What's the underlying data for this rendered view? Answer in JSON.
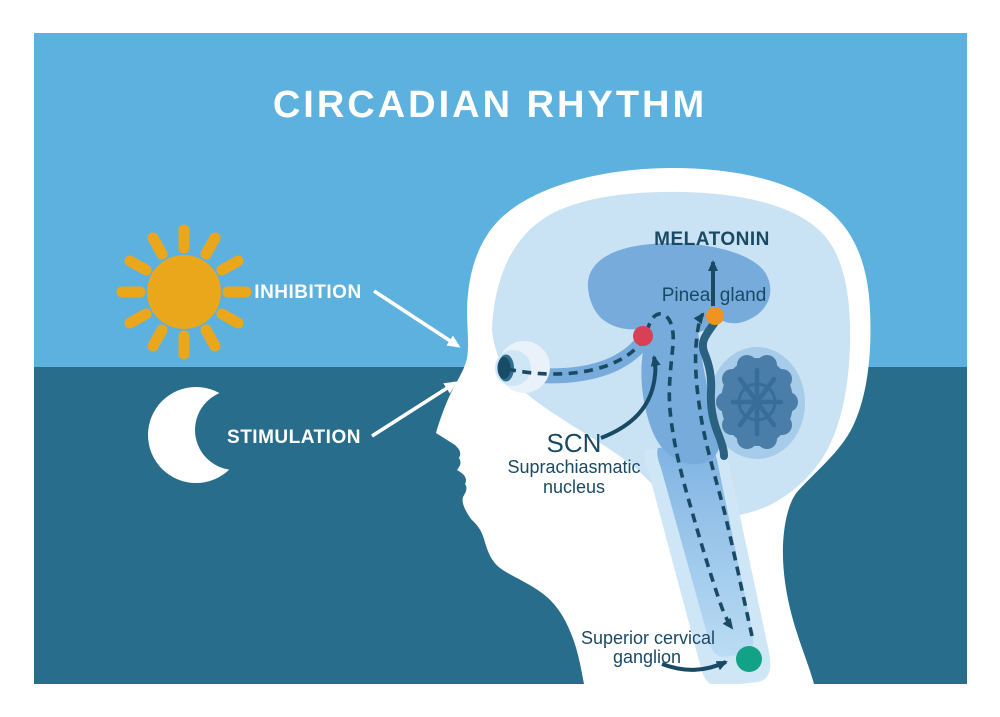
{
  "title": "CIRCADIAN RHYTHM",
  "legend": {
    "day_label": "INHIBITION",
    "night_label": "STIMULATION"
  },
  "anatomy": {
    "melatonin": "MELATONIN",
    "pineal": "Pineal gland",
    "scn_abbr": "SCN",
    "scn_line1": "Suprachiasmatic",
    "scn_line2": "nucleus",
    "ganglion_line1": "Superior cervical",
    "ganglion_line2": "ganglion"
  },
  "colors": {
    "sky": "#5CB1DE",
    "night": "#286D8C",
    "sun": "#EBA71B",
    "moon": "#FFFFFF",
    "head": "#FFFFFF",
    "brain_pale": "#C9E2F4",
    "brain_mid": "#76ABDB",
    "cord_outer": "#CFE6F7",
    "cerebellum": "#4A7DA8",
    "cerebellum_detail": "#386C99",
    "cerebellum_halo": "#A6CCE9",
    "pathway_dark": "#1A4A63",
    "pineal_stalk": "#2A6080",
    "scn_dot": "#D84055",
    "pineal_dot": "#F0931F",
    "ganglion_dot": "#12A287",
    "text_dark": "#1A4A63",
    "text_light": "#FFFFFF"
  }
}
